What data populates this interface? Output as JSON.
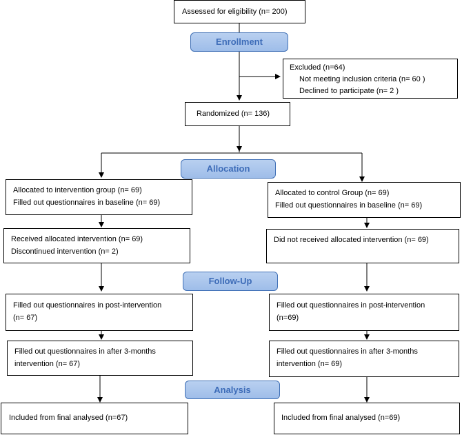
{
  "stages": {
    "enrollment": "Enrollment",
    "allocation": "Allocation",
    "follow_up": "Follow-Up",
    "analysis": "Analysis"
  },
  "assessed": "Assessed for eligibility (n= 200)",
  "excluded": {
    "title": "Excluded (n=64)",
    "items": [
      "Not meeting inclusion criteria (n= 60 )",
      "Declined to participate (n= 2 )"
    ]
  },
  "randomized": "Randomized (n= 136)",
  "intervention": {
    "allocated": [
      "Allocated to intervention group (n= 69)",
      "Filled out questionnaires in baseline (n= 69)"
    ],
    "received": [
      "Received allocated intervention (n= 69)",
      "Discontinued intervention (n= 2)"
    ],
    "post": [
      "Filled out questionnaires in post-intervention",
      "(n= 67)"
    ],
    "after3": [
      "Filled out questionnaires in after 3-months",
      "intervention (n= 67)"
    ],
    "analysed": "Included from final analysed (n=67)"
  },
  "control": {
    "allocated": [
      "Allocated to control Group (n= 69)",
      "Filled out questionnaires in baseline (n= 69)"
    ],
    "received": "Did not received allocated intervention (n= 69)",
    "post": [
      "Filled out questionnaires in post-intervention",
      "(n=69)"
    ],
    "after3": [
      "Filled out questionnaires in after 3-months",
      "intervention (n= 69)"
    ],
    "analysed": "Included from final analysed (n=69)"
  }
}
